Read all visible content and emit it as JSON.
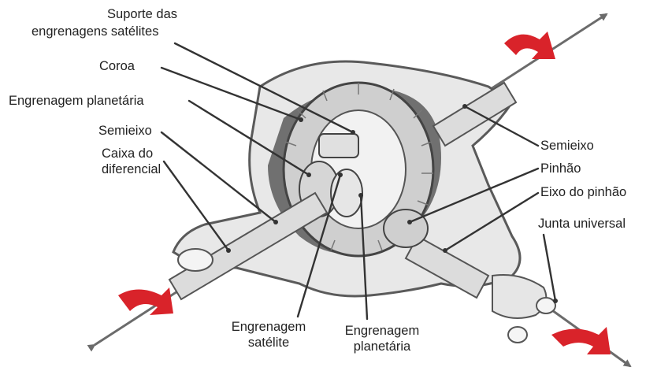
{
  "labels": {
    "suporte_l1": "Suporte das",
    "suporte_l2": "engrenagens satélites",
    "coroa": "Coroa",
    "planetaria_top": "Engrenagem planetária",
    "semieixo_left": "Semieixo",
    "caixa_l1": "Caixa do",
    "caixa_l2": "diferencial",
    "semieixo_right": "Semieixo",
    "pinhao": "Pinhão",
    "eixo_pinhao": "Eixo do pinhão",
    "junta": "Junta universal",
    "satelite_l1": "Engrenagem",
    "satelite_l2": "satélite",
    "planetaria_bottom_l1": "Engrenagem",
    "planetaria_bottom_l2": "planetária"
  },
  "colors": {
    "line": "#333333",
    "axis_arrow": "#6b6b6b",
    "rotation_arrow": "#d9232a",
    "housing": "#e8e8e8",
    "housing_dark": "#5a5a5a",
    "gear": "#cfcfcf"
  }
}
